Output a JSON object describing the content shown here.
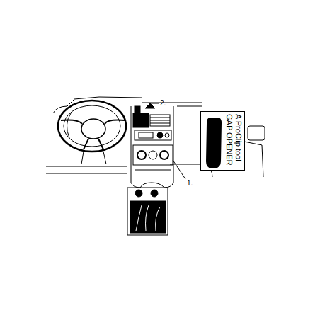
{
  "diagram": {
    "nodes": [
      {
        "text": [
          "GAP OPENER",
          "A ProClip tool"
        ]
      }
    ],
    "labels": [
      "1.",
      "2."
    ]
  }
}
